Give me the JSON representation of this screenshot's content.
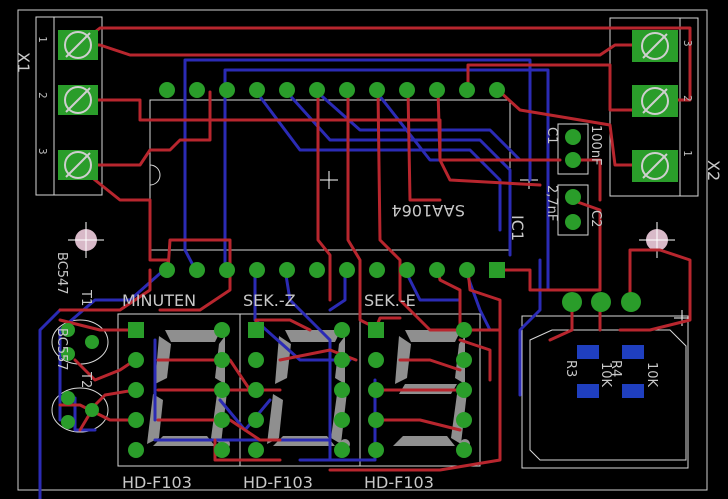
{
  "labels": {
    "x1": "X1",
    "x2": "X2",
    "ic1": "IC1",
    "saa": "SAA1064",
    "c1": "C1",
    "c1v": "100nF",
    "c2": "C2",
    "c2v": "2,7nF",
    "minuten": "MINUTEN",
    "sekz": "SEK.-Z",
    "seke": "SEK.-E",
    "hd1": "HD-F103",
    "hd2": "HD-F103",
    "hd3": "HD-F103",
    "bc547": "BC547",
    "t1": "T1",
    "bc557": "BC557",
    "t2": "T2",
    "r3": "R3",
    "r3v": "10K",
    "r4": "R4",
    "r4v": "10K"
  },
  "pins": {
    "x1": [
      "1",
      "2",
      "3"
    ],
    "x2": [
      "3",
      "2",
      "1"
    ]
  },
  "colors": {
    "background": "#000000",
    "top_copper": "#b8262e",
    "bottom_copper": "#2b2bb5",
    "pad": "#2a9d2a",
    "silkscreen": "#d8d8d8",
    "segments": "#8f8f8f"
  },
  "display": {
    "digits": [
      "0",
      "0",
      "9"
    ]
  }
}
